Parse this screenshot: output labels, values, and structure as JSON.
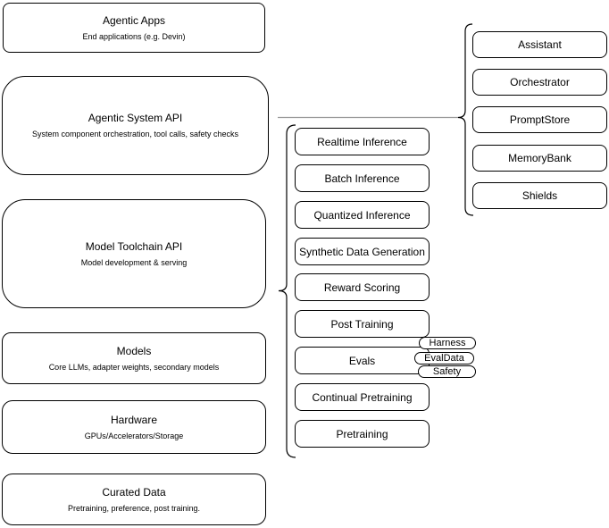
{
  "colors": {
    "background": "#ffffff",
    "node_fill": "#ffffff",
    "node_border": "#000000",
    "connector_line": "#999999",
    "brace": "#000000",
    "text": "#000000"
  },
  "left_column": [
    {
      "title": "Agentic Apps",
      "subtitle": "End applications (e.g. Devin)"
    },
    {
      "title": "Agentic System API",
      "subtitle": "System component orchestration, tool calls, safety checks"
    },
    {
      "title": "Model Toolchain API",
      "subtitle": "Model development & serving"
    },
    {
      "title": "Models",
      "subtitle": "Core LLMs, adapter weights, secondary models"
    },
    {
      "title": "Hardware",
      "subtitle": "GPUs/Accelerators/Storage"
    },
    {
      "title": "Curated Data",
      "subtitle": "Pretraining, preference, post training."
    }
  ],
  "toolchain_services": [
    "Realtime Inference",
    "Batch Inference",
    "Quantized Inference",
    "Synthetic Data Generation",
    "Reward Scoring",
    "Post Training",
    "Evals",
    "Continual Pretraining",
    "Pretraining"
  ],
  "evals_components": [
    "Harness",
    "EvalData",
    "Safety"
  ],
  "system_components": [
    "Assistant",
    "Orchestrator",
    "PromptStore",
    "MemoryBank",
    "Shields"
  ]
}
